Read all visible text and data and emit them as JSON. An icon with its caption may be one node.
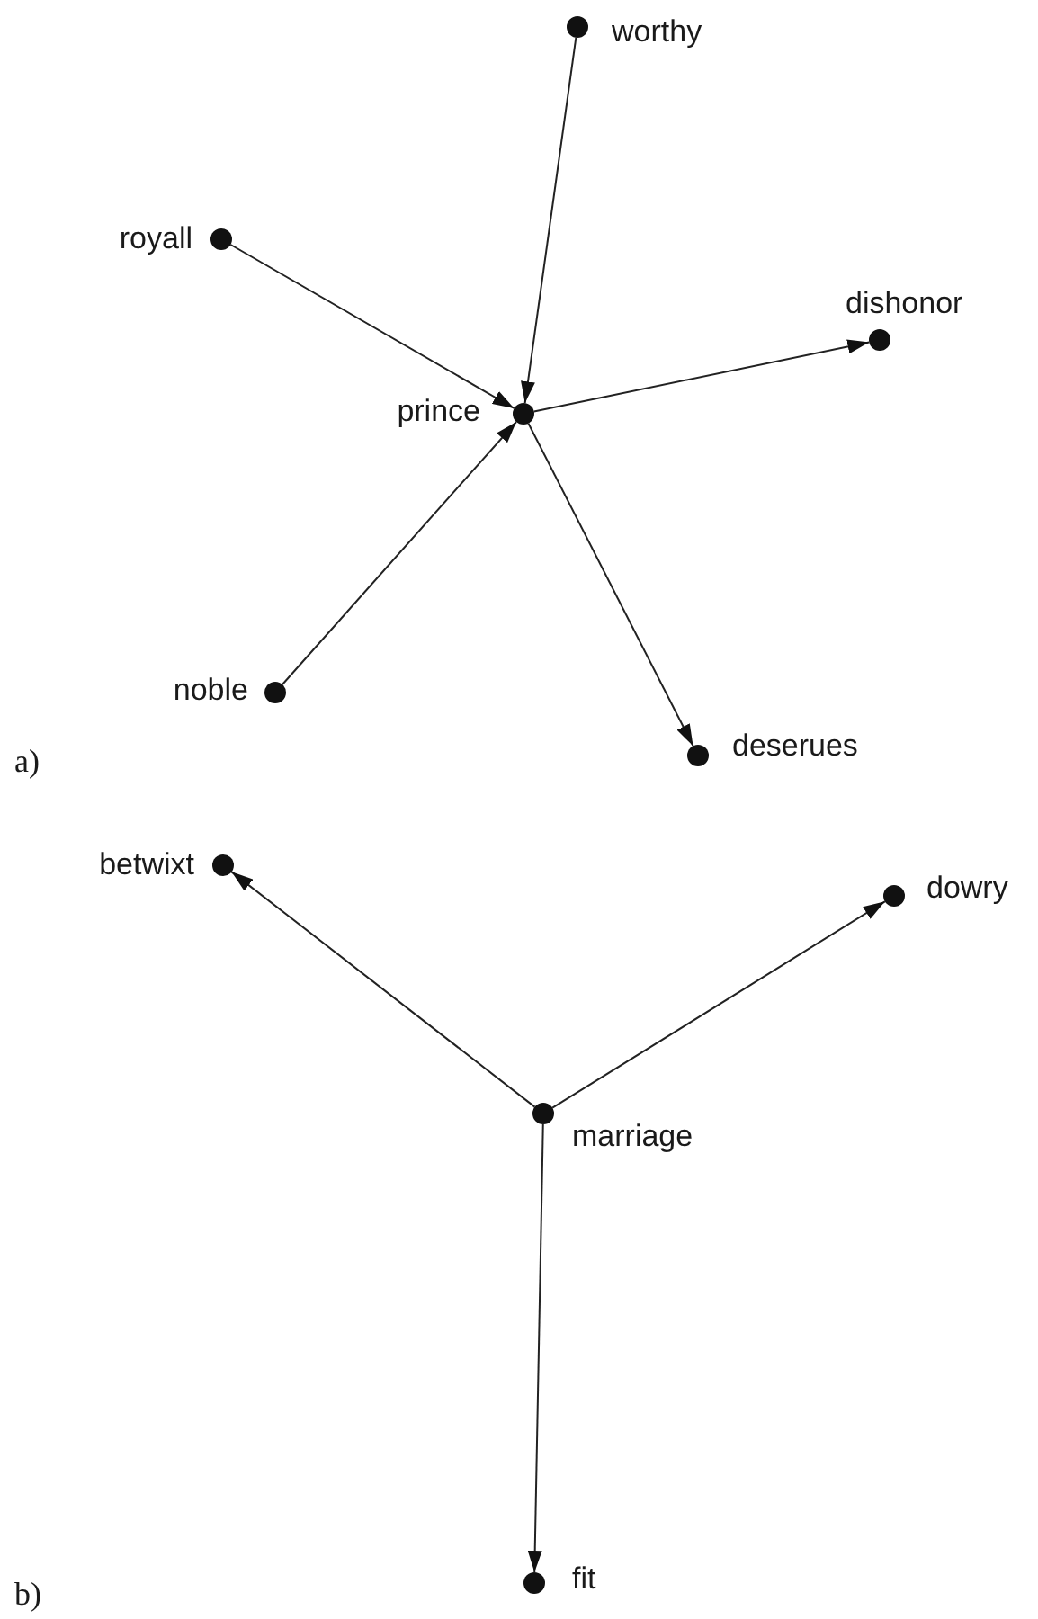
{
  "diagram": {
    "nodes": [
      {
        "text": [],
        "shape": "circle",
        "beside": [
          "worthy"
        ]
      },
      {
        "text": [],
        "shape": "circle",
        "beside": [
          "royall"
        ]
      },
      {
        "text": [],
        "shape": "circle",
        "beside": [
          "dishonor"
        ]
      },
      {
        "text": [],
        "shape": "circle",
        "beside": [
          "prince"
        ]
      },
      {
        "text": [],
        "shape": "circle",
        "beside": [
          "noble"
        ]
      },
      {
        "text": [],
        "shape": "circle",
        "beside": [
          "deserues"
        ]
      },
      {
        "text": [],
        "shape": "circle",
        "beside": [
          "betwixt"
        ]
      },
      {
        "text": [],
        "shape": "circle",
        "beside": [
          "dowry"
        ]
      },
      {
        "text": [],
        "shape": "circle",
        "beside": [
          "marriage"
        ]
      },
      {
        "text": [],
        "shape": "circle",
        "beside": [
          "fit"
        ]
      }
    ],
    "edges": [
      {
        "from": 0,
        "to": 3,
        "arrow": "to"
      },
      {
        "from": 1,
        "to": 3,
        "arrow": "to"
      },
      {
        "from": 4,
        "to": 3,
        "arrow": "to"
      },
      {
        "from": 3,
        "to": 2,
        "arrow": "to"
      },
      {
        "from": 3,
        "to": 5,
        "arrow": "to"
      },
      {
        "from": 8,
        "to": 6,
        "arrow": "to"
      },
      {
        "from": 8,
        "to": 7,
        "arrow": "to"
      },
      {
        "from": 8,
        "to": 9,
        "arrow": "to"
      }
    ],
    "labels": [
      "a)",
      "b)"
    ]
  }
}
